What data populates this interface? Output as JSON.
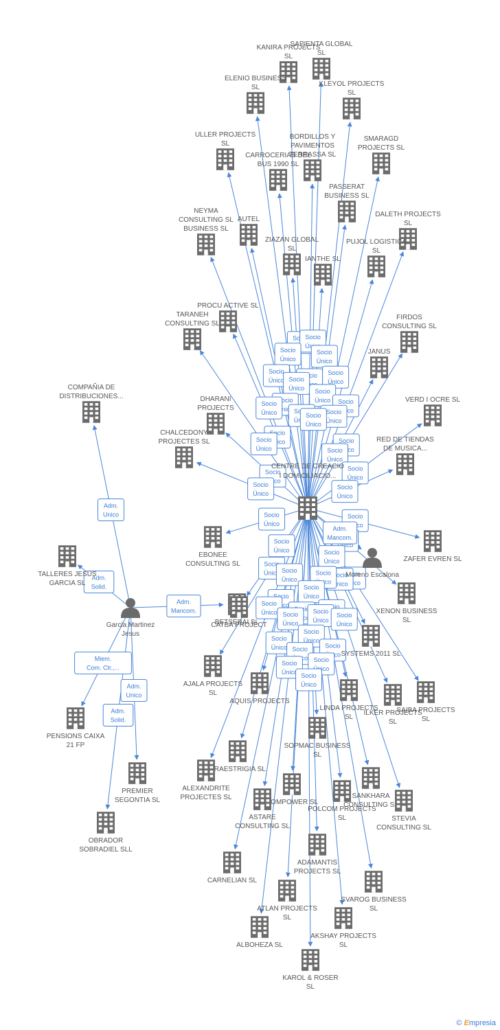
{
  "colors": {
    "edge": "#4a86d9",
    "node": "#6b6b6b",
    "label_border": "#4a86d9",
    "label_text": "#3a7bd5",
    "hub_accent": "#e8542a"
  },
  "hub": {
    "name": "CENTRE DE CREACIO I DOMICILIACIO..."
  },
  "persons": [
    {
      "id": "p_garcia",
      "name": "Garcia Martinez Jesus"
    },
    {
      "id": "p_moreno",
      "name": "Moreno Escalona"
    }
  ],
  "companies": [
    {
      "id": "kanira",
      "name": "KANIRA PROJECTS SL"
    },
    {
      "id": "sapienta",
      "name": "SAPIENTA GLOBAL SL"
    },
    {
      "id": "elenio",
      "name": "ELENIO BUSINESS SL"
    },
    {
      "id": "kleyol",
      "name": "KLEYOL PROJECTS SL"
    },
    {
      "id": "uller",
      "name": "ULLER PROJECTS SL"
    },
    {
      "id": "bordillos",
      "name": "BORDILLOS Y PAVIMENTOS TERRASSA SL"
    },
    {
      "id": "carrocerias",
      "name": "CARROCERIAS DEL BUS 1990 SL"
    },
    {
      "id": "smaragd",
      "name": "SMARAGD PROJECTS SL"
    },
    {
      "id": "passerat",
      "name": "PASSERAT BUSINESS SL"
    },
    {
      "id": "autel",
      "name": "AUTEL"
    },
    {
      "id": "neyma",
      "name": "NEYMA CONSULTING SL BUSINESS SL"
    },
    {
      "id": "daleth",
      "name": "DALETH PROJECTS SL"
    },
    {
      "id": "ziazan",
      "name": "ZIAZAN GLOBAL SL"
    },
    {
      "id": "pujol",
      "name": "PUJOL LOGISTICA SL"
    },
    {
      "id": "ianthe",
      "name": "IANTHE SL"
    },
    {
      "id": "procu",
      "name": "PROCU ACTIVE SL"
    },
    {
      "id": "taraneh",
      "name": "TARANEH CONSULTING SL"
    },
    {
      "id": "firdos",
      "name": "FIRDOS CONSULTING SL"
    },
    {
      "id": "janus",
      "name": "JANUS"
    },
    {
      "id": "compania",
      "name": "COMPAÑIA DE DISTRIBUCIONES..."
    },
    {
      "id": "dharani",
      "name": "DHARANI PROJECTS"
    },
    {
      "id": "verdiocre",
      "name": "VERD I OCRE SL"
    },
    {
      "id": "chalcedony",
      "name": "CHALCEDONY PROJECTES SL"
    },
    {
      "id": "redtiendas",
      "name": "RED DE TIENDAS DE MUSICA..."
    },
    {
      "id": "talleres",
      "name": "TALLERES JESUS GARCIA SL"
    },
    {
      "id": "ebonee",
      "name": "EBONEE CONSULTING SL"
    },
    {
      "id": "zafer",
      "name": "ZAFER EVREN SL"
    },
    {
      "id": "betserai",
      "name": "BETSERAI SL"
    },
    {
      "id": "xenon",
      "name": "XENON BUSINESS SL"
    },
    {
      "id": "catba",
      "name": "CATBA PROJECT"
    },
    {
      "id": "systems",
      "name": "SYSTEMS 2011 SL"
    },
    {
      "id": "ajala",
      "name": "AJALA PROJECTS SL"
    },
    {
      "id": "saiba",
      "name": "SAIBA PROJECTS SL"
    },
    {
      "id": "aquis",
      "name": "AQUIS PROJECTS"
    },
    {
      "id": "ilker",
      "name": "ILKER PROJECTS SL"
    },
    {
      "id": "linda",
      "name": "LINDA PROJECTS SL"
    },
    {
      "id": "pensions",
      "name": "PENSIONS CAIXA 21 FP"
    },
    {
      "id": "sopmac",
      "name": "SOPMAC BUSINESS SL"
    },
    {
      "id": "premier",
      "name": "PREMIER SEGONTIA SL"
    },
    {
      "id": "praestrigia",
      "name": "PRAESTRIGIA SL"
    },
    {
      "id": "alexandrite",
      "name": "ALEXANDRITE PROJECTES SL"
    },
    {
      "id": "sankhara",
      "name": "SANKHARA CONSULTING SL"
    },
    {
      "id": "compower",
      "name": "COMPOWER SL"
    },
    {
      "id": "polcom",
      "name": "POLCOM PROJECTS SL"
    },
    {
      "id": "astare",
      "name": "ASTARE CONSULTING SL"
    },
    {
      "id": "stevia",
      "name": "STEVIA CONSULTING SL"
    },
    {
      "id": "obrador",
      "name": "OBRADOR SOBRADIEL SLL"
    },
    {
      "id": "adamantis",
      "name": "ADAMANTIS PROJECTS SL"
    },
    {
      "id": "carnelian",
      "name": "CARNELIAN SL"
    },
    {
      "id": "svarog",
      "name": "SVAROG BUSINESS SL"
    },
    {
      "id": "atlan",
      "name": "ATLAN PROJECTS SL"
    },
    {
      "id": "akshay",
      "name": "AKSHAY PROJECTS SL"
    },
    {
      "id": "alboheza",
      "name": "ALBOHEZA SL"
    },
    {
      "id": "karol",
      "name": "KAROL & ROSER SL"
    }
  ],
  "relations": {
    "socio_unico": "Socio Único",
    "adm_unico": "Adm. Unico",
    "adm_solid": "Adm. Solid.",
    "adm_mancom": "Adm. Mancom.",
    "miem_com": "Miem. Com. Ctr.,..."
  },
  "edges": [
    {
      "from": "p_garcia",
      "to": "compania",
      "rel": "adm_unico"
    },
    {
      "from": "p_garcia",
      "to": "talleres",
      "rel": "adm_solid"
    },
    {
      "from": "p_garcia",
      "to": "betserai",
      "rel": "adm_mancom"
    },
    {
      "from": "p_garcia",
      "to": "pensions",
      "rel": "miem_com"
    },
    {
      "from": "p_garcia",
      "to": "premier",
      "rel": "adm_unico"
    },
    {
      "from": "p_garcia",
      "to": "obrador",
      "rel": "adm_solid"
    },
    {
      "from": "hub",
      "to": "p_moreno",
      "rel": "adm_mancom"
    }
  ],
  "watermark": {
    "symbol": "©",
    "brand_initial": "E",
    "brand_rest": "mpresia"
  }
}
